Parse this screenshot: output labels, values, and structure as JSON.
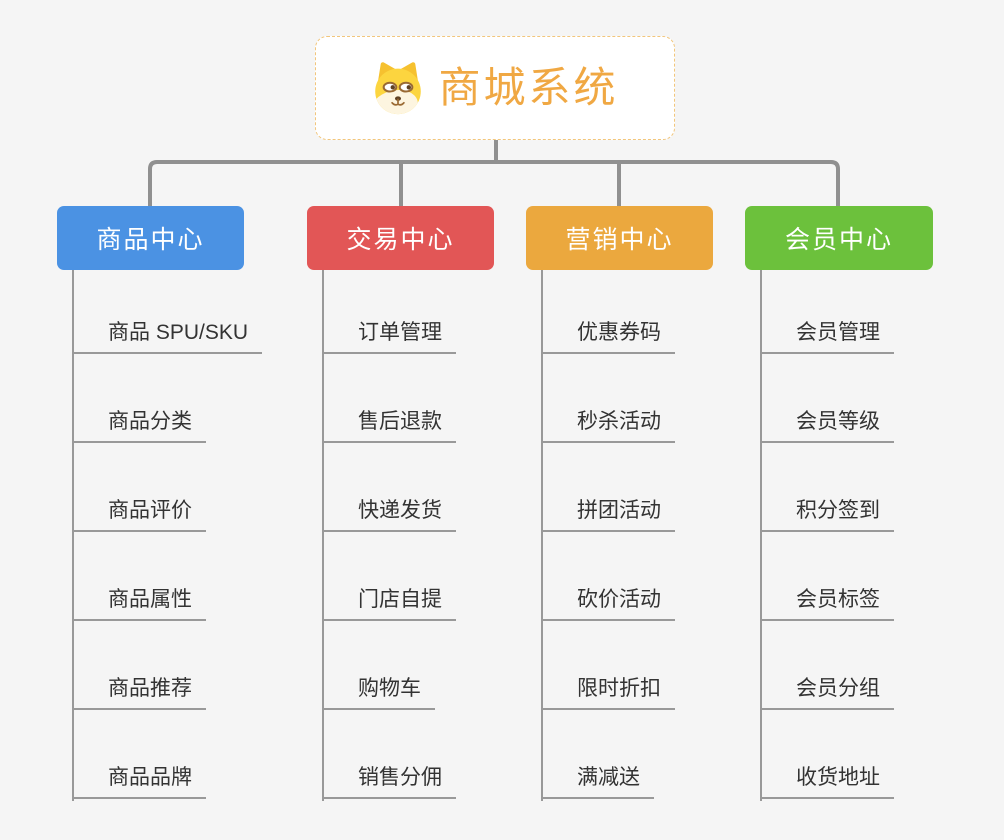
{
  "root": {
    "title": "商城系统",
    "icon": "dog-icon"
  },
  "branches": [
    {
      "id": "product-center",
      "label": "商品中心",
      "color": "#4B92E3",
      "children": [
        "商品 SPU/SKU",
        "商品分类",
        "商品评价",
        "商品属性",
        "商品推荐",
        "商品品牌"
      ]
    },
    {
      "id": "trade-center",
      "label": "交易中心",
      "color": "#E25656",
      "children": [
        "订单管理",
        "售后退款",
        "快递发货",
        "门店自提",
        "购物车",
        "销售分佣"
      ]
    },
    {
      "id": "marketing-center",
      "label": "营销中心",
      "color": "#EBA83E",
      "children": [
        "优惠券码",
        "秒杀活动",
        "拼团活动",
        "砍价活动",
        "限时折扣",
        "满减送"
      ]
    },
    {
      "id": "member-center",
      "label": "会员中心",
      "color": "#6CC13C",
      "children": [
        "会员管理",
        "会员等级",
        "积分签到",
        "会员标签",
        "会员分组",
        "收货地址"
      ]
    }
  ],
  "colors": {
    "root_text": "#F0A843",
    "root_border": "#F2C67C",
    "connector_line": "#909090",
    "leaf_underline": "#999999",
    "leaf_text": "#333333",
    "background": "#F5F5F5"
  }
}
